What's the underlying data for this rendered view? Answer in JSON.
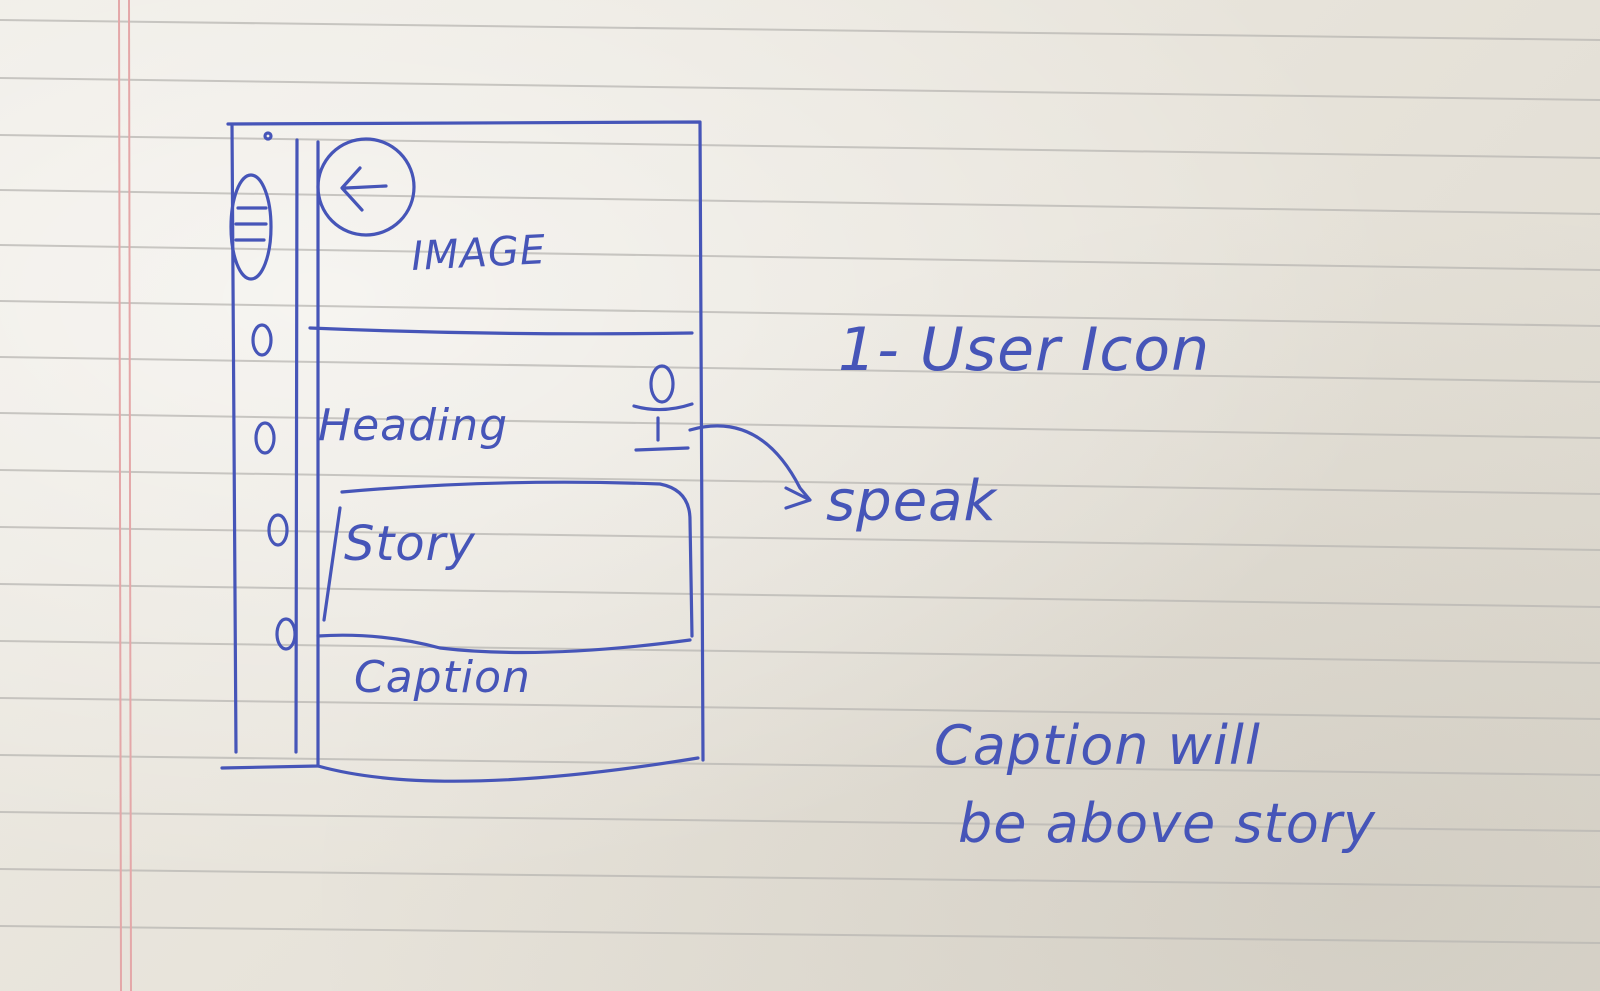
{
  "sketch": {
    "image_label": "IMAGE",
    "heading_label": "Heading",
    "story_label": "Story",
    "caption_label": "Caption"
  },
  "annotations": {
    "user_icon_note": "1- User Icon",
    "speak_note": "speak",
    "caption_note_line1": "Caption will",
    "caption_note_line2": "be above story"
  },
  "colors": {
    "ink": "#4655b8",
    "paper": "#ebe8e1",
    "rule_line": "#b9b7b3",
    "margin_line": "#e4a7a8"
  }
}
